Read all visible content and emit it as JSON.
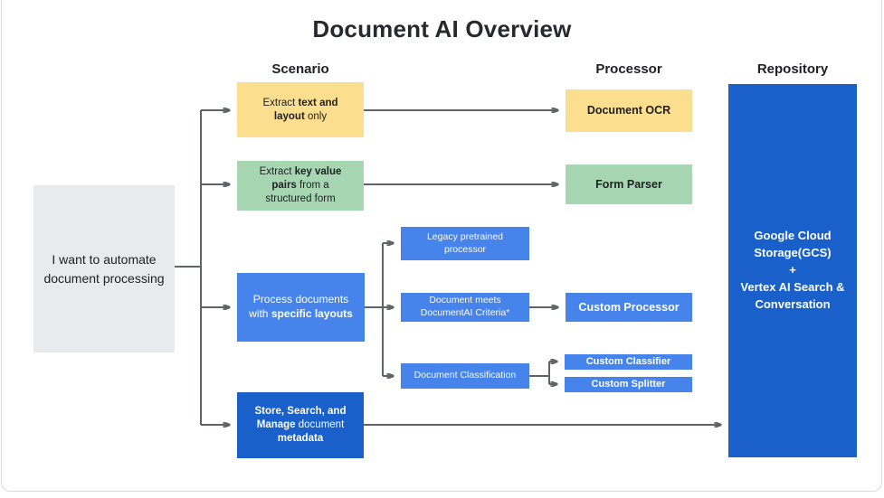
{
  "title": "Document AI Overview",
  "columns": {
    "scenario": "Scenario",
    "processor": "Processor",
    "repository": "Repository"
  },
  "intro": {
    "text": "I want to automate document processing"
  },
  "scenarios": {
    "extract_text": {
      "segments": [
        {
          "t": "Extract "
        },
        {
          "t": "text and layout",
          "b": true
        },
        {
          "t": " only"
        }
      ]
    },
    "extract_kv": {
      "segments": [
        {
          "t": "Extract "
        },
        {
          "t": "key value pairs",
          "b": true
        },
        {
          "t": " from a structured form"
        }
      ]
    },
    "layouts": {
      "segments": [
        {
          "t": "Process documents with "
        },
        {
          "t": "specific layouts",
          "b": true
        }
      ]
    },
    "store": {
      "segments": [
        {
          "t": "Store, Search, and Manage",
          "b": true
        },
        {
          "t": " document "
        },
        {
          "t": "metadata",
          "b": true
        }
      ]
    }
  },
  "sub_steps": {
    "legacy": "Legacy pretrained processor",
    "criteria": "Document meets DocumentAI Criteria*",
    "classification": "Document Classification"
  },
  "processors": {
    "ocr": "Document OCR",
    "form_parser": "Form Parser",
    "custom_processor": "Custom Processor",
    "custom_classifier": "Custom Classifier",
    "custom_splitter": "Custom Splitter"
  },
  "repository": {
    "lines": [
      "Google Cloud Storage(GCS)",
      "+",
      "Vertex AI Search & Conversation"
    ]
  },
  "colors": {
    "yellow": "#FBDF8E",
    "green": "#A6D7B2",
    "blue": "#4684EC",
    "dark_blue": "#1A60CA",
    "gray": "#E8EAED",
    "connector": "#5F6368"
  }
}
